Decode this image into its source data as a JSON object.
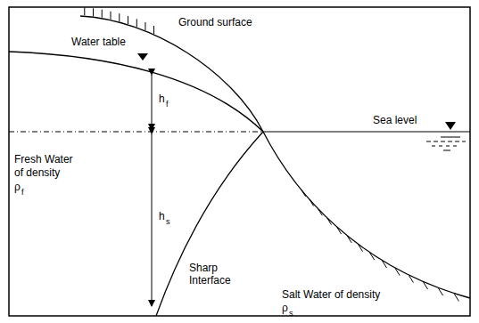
{
  "diagram": {
    "labels": [
      "Ground surface",
      "Water table",
      "Sea level",
      "h",
      "f",
      "h",
      "s",
      "Fresh Water",
      "of density",
      "ρ",
      "f",
      "Sharp Interface",
      "Salt Water of density",
      "ρ",
      "s"
    ]
  }
}
